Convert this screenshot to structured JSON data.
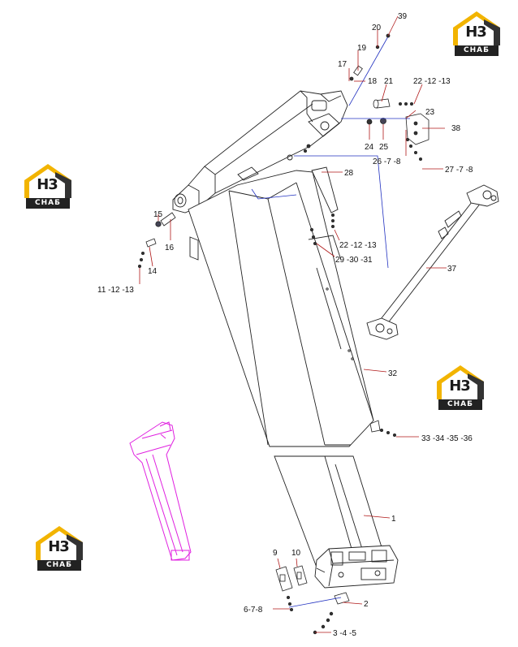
{
  "logos": [
    {
      "top": "H3",
      "bottom": "CHAБ"
    },
    {
      "top": "H3",
      "bottom": "CHAБ"
    },
    {
      "top": "H3",
      "bottom": "CHAБ"
    },
    {
      "top": "H3",
      "bottom": "CHAБ"
    }
  ],
  "callouts": {
    "c39": "39",
    "c20": "20",
    "c19": "19",
    "c17": "17",
    "c18": "18",
    "c21": "21",
    "c22a": "22  -12  -13",
    "c23": "23",
    "c38": "38",
    "c24": "24",
    "c25": "25",
    "c26": "26  -7 -8",
    "c27": "27  -7 -8",
    "c28": "28",
    "c15": "15",
    "c16": "16",
    "c14": "14",
    "c11": "11  -12  -13",
    "c22b": "22  -12  -13",
    "c29": "29  -30  -31",
    "c37": "37",
    "c32": "32",
    "c33": "33  -34  -35  -36",
    "c1": "1",
    "c9": "9",
    "c10": "10",
    "c6": "6-7-8",
    "c2": "2",
    "c3": "3 -4 -5"
  }
}
